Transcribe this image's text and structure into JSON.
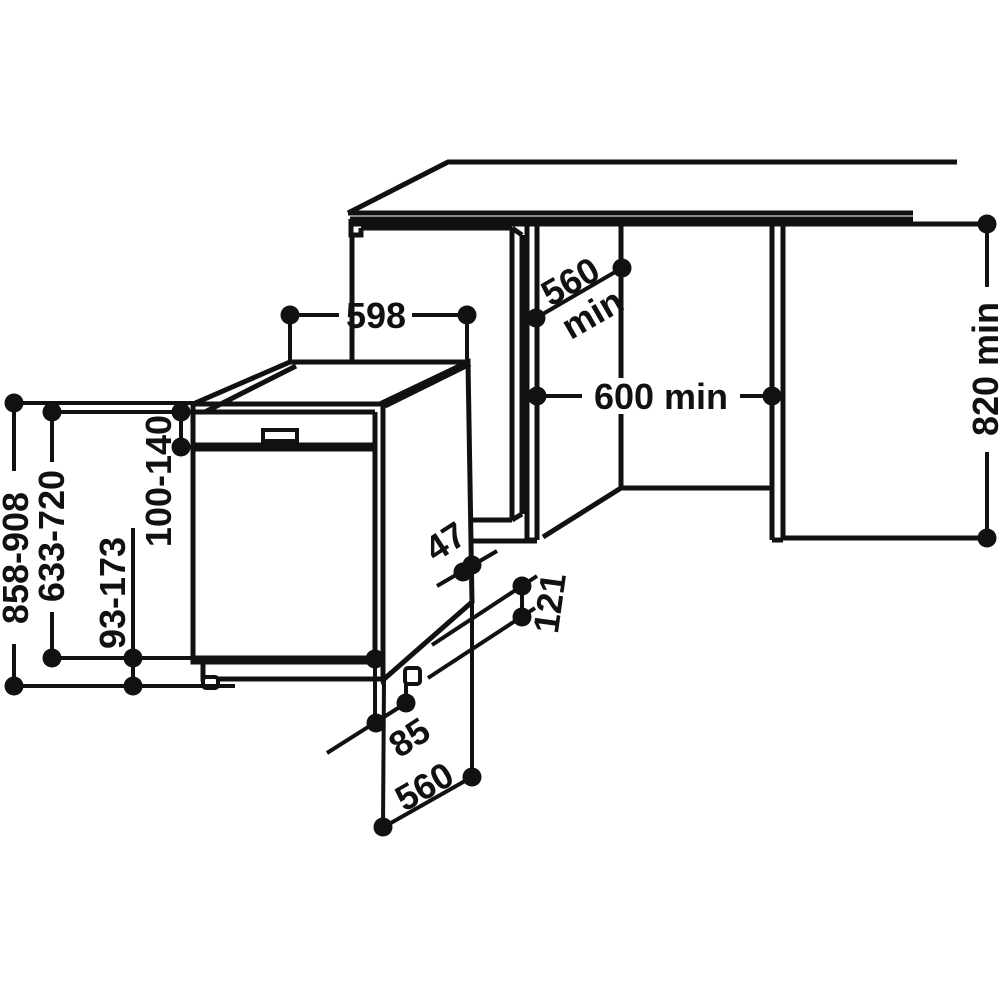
{
  "colors": {
    "line": "#111111",
    "background": "#ffffff"
  },
  "labels": {
    "top_width": "598",
    "niche_depth_value": "560",
    "niche_depth_unit": "min",
    "niche_width": "600 min",
    "niche_height": "820 min",
    "overall_height": "858-908",
    "mid_height": "633-720",
    "plinth_height": "93-173",
    "top_adjust": "100-140",
    "rear_offset": "47",
    "rear_foot_height": "121",
    "base_recess": "85",
    "base_depth": "560"
  }
}
